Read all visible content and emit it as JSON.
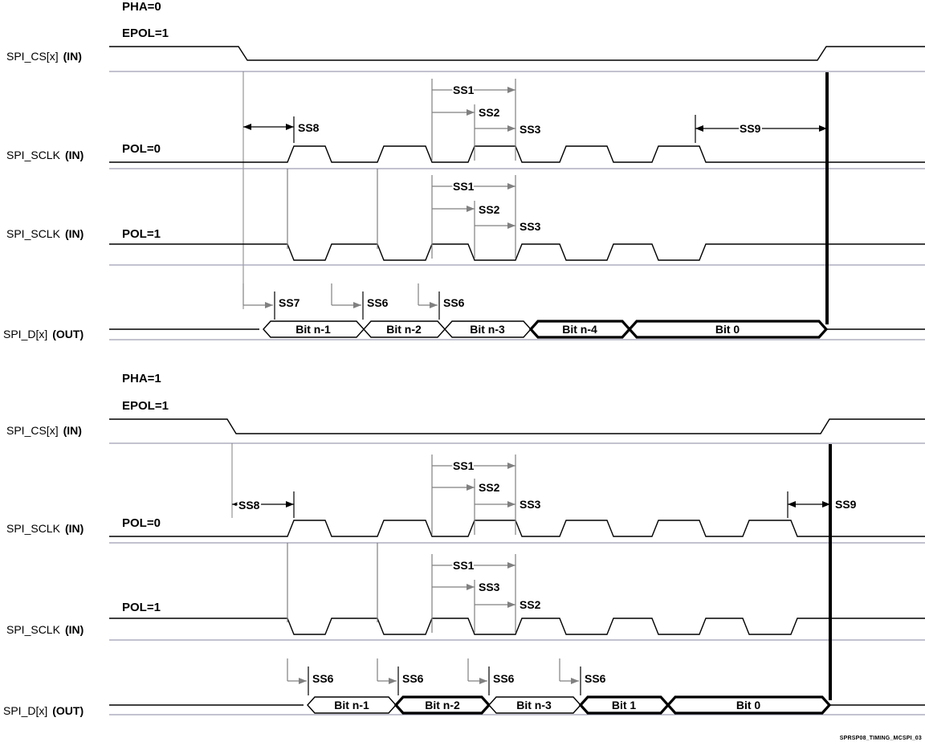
{
  "figure": {
    "title_note": "SPI timing diagram",
    "watermark": "SPRSP08_TIMING_MCSPI_03",
    "colors": {
      "wave": "#000000",
      "baseline": "#9e9eb4",
      "guide": "#808080",
      "background": "#ffffff"
    }
  },
  "sections": [
    {
      "id": "pha0",
      "config": {
        "pha": "PHA=0",
        "epol": "EPOL=1"
      },
      "rows": [
        {
          "id": "cs",
          "label_main": "SPI_CS[x]",
          "label_dir": "(IN)",
          "pol": ""
        },
        {
          "id": "sclk_pol0",
          "label_main": "SPI_SCLK",
          "label_dir": "(IN)",
          "pol": "POL=0"
        },
        {
          "id": "sclk_pol1",
          "label_main": "SPI_SCLK",
          "label_dir": "(IN)",
          "pol": "POL=1"
        },
        {
          "id": "d",
          "label_main": "SPI_D[x]",
          "label_dir": "(OUT)",
          "pol": ""
        }
      ],
      "measurements": [
        {
          "name": "SS8",
          "row": "sclk_pol0"
        },
        {
          "name": "SS1",
          "row": "sclk_pol0"
        },
        {
          "name": "SS2",
          "row": "sclk_pol0"
        },
        {
          "name": "SS3",
          "row": "sclk_pol0"
        },
        {
          "name": "SS9",
          "row": "sclk_pol0"
        },
        {
          "name": "SS1",
          "row": "sclk_pol1"
        },
        {
          "name": "SS2",
          "row": "sclk_pol1"
        },
        {
          "name": "SS3",
          "row": "sclk_pol1"
        },
        {
          "name": "SS7",
          "row": "d"
        },
        {
          "name": "SS6",
          "row": "d"
        },
        {
          "name": "SS6",
          "row": "d"
        }
      ],
      "data_bits": [
        {
          "label": "Bit n-1",
          "bold": false
        },
        {
          "label": "Bit n-2",
          "bold": false
        },
        {
          "label": "Bit n-3",
          "bold": false
        },
        {
          "label": "Bit n-4",
          "bold": true
        },
        {
          "label": "Bit 0",
          "bold": true
        }
      ],
      "clock_pulses": 5
    },
    {
      "id": "pha1",
      "config": {
        "pha": "PHA=1",
        "epol": "EPOL=1"
      },
      "rows": [
        {
          "id": "cs",
          "label_main": "SPI_CS[x]",
          "label_dir": "(IN)",
          "pol": ""
        },
        {
          "id": "sclk_pol0",
          "label_main": "SPI_SCLK",
          "label_dir": "(IN)",
          "pol": "POL=0"
        },
        {
          "id": "sclk_pol1",
          "label_main": "SPI_SCLK",
          "label_dir": "(IN)",
          "pol": "POL=1"
        },
        {
          "id": "d",
          "label_main": "SPI_D[x]",
          "label_dir": "(OUT)",
          "pol": ""
        }
      ],
      "measurements": [
        {
          "name": "SS8",
          "row": "sclk_pol0"
        },
        {
          "name": "SS1",
          "row": "sclk_pol0"
        },
        {
          "name": "SS2",
          "row": "sclk_pol0"
        },
        {
          "name": "SS3",
          "row": "sclk_pol0"
        },
        {
          "name": "SS9",
          "row": "sclk_pol0"
        },
        {
          "name": "SS1",
          "row": "sclk_pol1"
        },
        {
          "name": "SS3",
          "row": "sclk_pol1"
        },
        {
          "name": "SS2",
          "row": "sclk_pol1"
        },
        {
          "name": "SS6",
          "row": "d"
        },
        {
          "name": "SS6",
          "row": "d"
        },
        {
          "name": "SS6",
          "row": "d"
        },
        {
          "name": "SS6",
          "row": "d"
        }
      ],
      "data_bits": [
        {
          "label": "Bit n-1",
          "bold": false
        },
        {
          "label": "Bit n-2",
          "bold": true
        },
        {
          "label": "Bit n-3",
          "bold": false
        },
        {
          "label": "Bit 1",
          "bold": true
        },
        {
          "label": "Bit 0",
          "bold": true
        }
      ],
      "clock_pulses": 6
    }
  ],
  "labels": {
    "pha0": "PHA=0",
    "pha1": "PHA=1",
    "epol": "EPOL=1",
    "pol0": "POL=0",
    "pol1": "POL=1",
    "cs": "SPI_CS[x]",
    "sclk": "SPI_SCLK",
    "d": "SPI_D[x]",
    "in": "(IN)",
    "out": "(OUT)",
    "ss1": "SS1",
    "ss2": "SS2",
    "ss3": "SS3",
    "ss6": "SS6",
    "ss7": "SS7",
    "ss8": "SS8",
    "ss9": "SS9",
    "bit_n1": "Bit n-1",
    "bit_n2": "Bit n-2",
    "bit_n3": "Bit n-3",
    "bit_n4": "Bit n-4",
    "bit_1": "Bit 1",
    "bit_0": "Bit 0",
    "watermark": "SPRSP08_TIMING_MCSPI_03"
  }
}
